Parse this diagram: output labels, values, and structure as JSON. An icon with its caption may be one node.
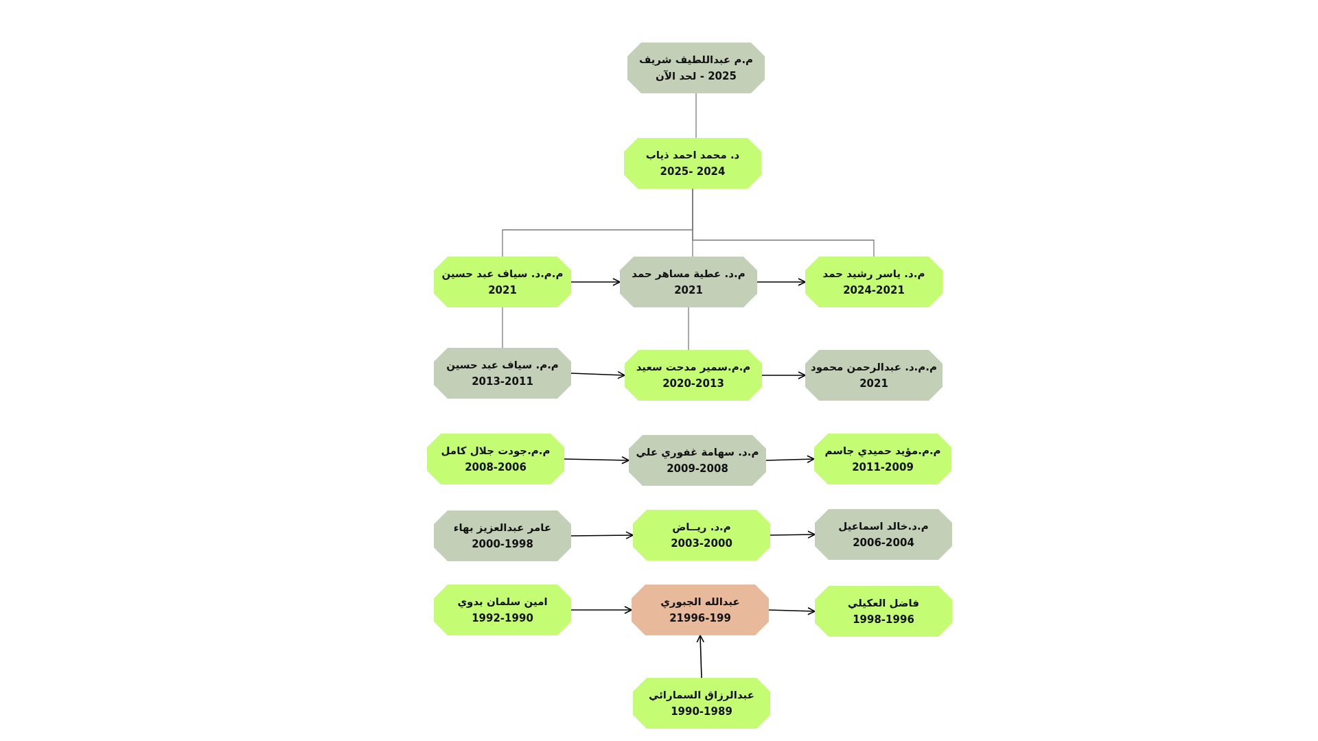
{
  "diagram": {
    "nodes": [
      {
        "text": [
          "م.م عبداللطيف شريف",
          "2025 - لحد الآن"
        ]
      },
      {
        "text": [
          "د. محمد احمد ذياب",
          "2025- 2024"
        ]
      },
      {
        "text": [
          "م.م.د. سياف عبد حسين",
          "2021"
        ]
      },
      {
        "text": [
          "م.د. عطية مساهر حمد",
          "2021"
        ]
      },
      {
        "text": [
          "م.د. ياسر رشيد حمد",
          "2024-2021"
        ]
      },
      {
        "text": [
          "م.م. سياف عبد حسين",
          "2013-2011"
        ]
      },
      {
        "text": [
          "م.م.سمير مدحت سعيد",
          "2020-2013"
        ]
      },
      {
        "text": [
          "م.م.د. عبدالرحمن محمود",
          "2021"
        ]
      },
      {
        "text": [
          "م.م.جودت جلال كامل",
          "2008-2006"
        ]
      },
      {
        "text": [
          "م.د. سهامة غفوري علي",
          "2009-2008"
        ]
      },
      {
        "text": [
          "م.م.مؤيد حميدي جاسم",
          "2011-2009"
        ]
      },
      {
        "text": [
          "عامر عبدالعزيز بهاء",
          "2000-1998"
        ]
      },
      {
        "text": [
          "م.د. ريــاض",
          "2003-2000"
        ]
      },
      {
        "text": [
          "م.د.خالد اسماعيل",
          "2006-2004"
        ]
      },
      {
        "text": [
          "امين سلمان بدوي",
          "1992-1990"
        ]
      },
      {
        "text": [
          "عبدالله الجبوري",
          "21996-199"
        ]
      },
      {
        "text": [
          "فاضل العكيلي",
          "1998-1996"
        ]
      },
      {
        "text": [
          "عبدالرزاق السمارائي",
          "1990-1989"
        ]
      }
    ],
    "edges": [
      {
        "from": 0,
        "to": 1,
        "arrow": "none",
        "color": "#7a7a7a"
      },
      {
        "from": 1,
        "to": 2,
        "arrow": "none",
        "color": "#7a7a7a"
      },
      {
        "from": 1,
        "to": 3,
        "arrow": "none",
        "color": "#7a7a7a"
      },
      {
        "from": 1,
        "to": 4,
        "arrow": "none",
        "color": "#7a7a7a"
      },
      {
        "from": 2,
        "to": 5,
        "arrow": "none",
        "color": "#7a7a7a"
      },
      {
        "from": 3,
        "to": 6,
        "arrow": "none",
        "color": "#7a7a7a"
      },
      {
        "from": 2,
        "to": 3,
        "arrow": "to"
      },
      {
        "from": 3,
        "to": 4,
        "arrow": "to"
      },
      {
        "from": 5,
        "to": 6,
        "arrow": "to"
      },
      {
        "from": 6,
        "to": 7,
        "arrow": "to"
      },
      {
        "from": 8,
        "to": 9,
        "arrow": "to"
      },
      {
        "from": 9,
        "to": 10,
        "arrow": "to"
      },
      {
        "from": 11,
        "to": 12,
        "arrow": "to"
      },
      {
        "from": 12,
        "to": 13,
        "arrow": "to"
      },
      {
        "from": 14,
        "to": 15,
        "arrow": "to"
      },
      {
        "from": 15,
        "to": 16,
        "arrow": "to"
      },
      {
        "from": 17,
        "to": 15,
        "arrow": "to"
      }
    ]
  }
}
